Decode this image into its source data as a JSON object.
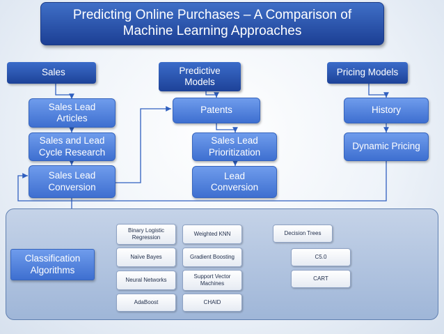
{
  "title": "Predicting Online Purchases – A Comparison of Machine Learning Approaches",
  "columns": {
    "sales": {
      "header": "Sales",
      "items": [
        "Sales Lead Articles",
        "Sales and Lead Cycle Research",
        "Sales Lead Conversion"
      ]
    },
    "predictive": {
      "header": "Predictive Models",
      "items": [
        "Patents",
        "Sales Lead Prioritization",
        "Lead Conversion"
      ]
    },
    "pricing": {
      "header": "Pricing Models",
      "items": [
        "History",
        "Dynamic Pricing"
      ]
    }
  },
  "classification": {
    "label": "Classification Algorithms",
    "algorithms": [
      "Binary Logistic Regression",
      "Weighted KNN",
      "Decision Trees",
      "Naïve Bayes",
      "Gradient Boosting",
      "C5.0",
      "Neural Networks",
      "Support Vector Machines",
      "CART",
      "AdaBoost",
      "CHAID"
    ]
  },
  "colors": {
    "header_blue": "#1d4298",
    "node_blue": "#5384de",
    "panel_blue": "#b3c6e2",
    "connector": "#2f5fbf"
  }
}
